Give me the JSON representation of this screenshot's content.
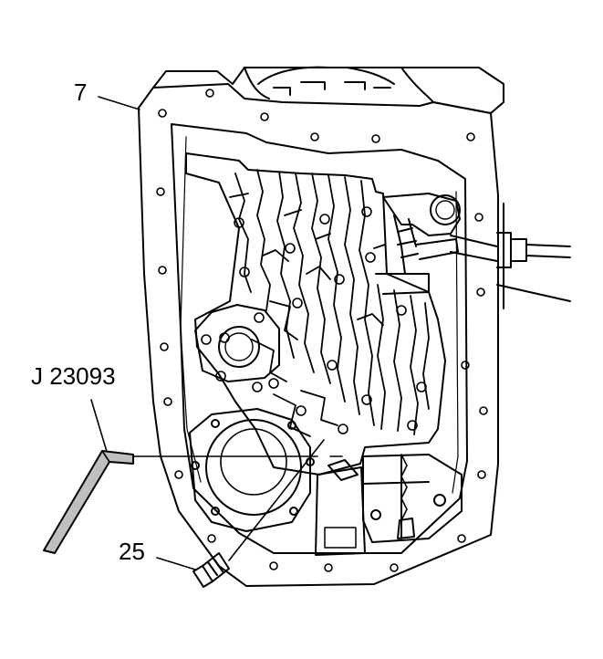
{
  "labels": {
    "housing": "7",
    "tool": "J 23093",
    "bolt": "25"
  },
  "colors": {
    "ink": "#000000",
    "paper": "#ffffff",
    "tool_fill": "#bfbfbf"
  }
}
